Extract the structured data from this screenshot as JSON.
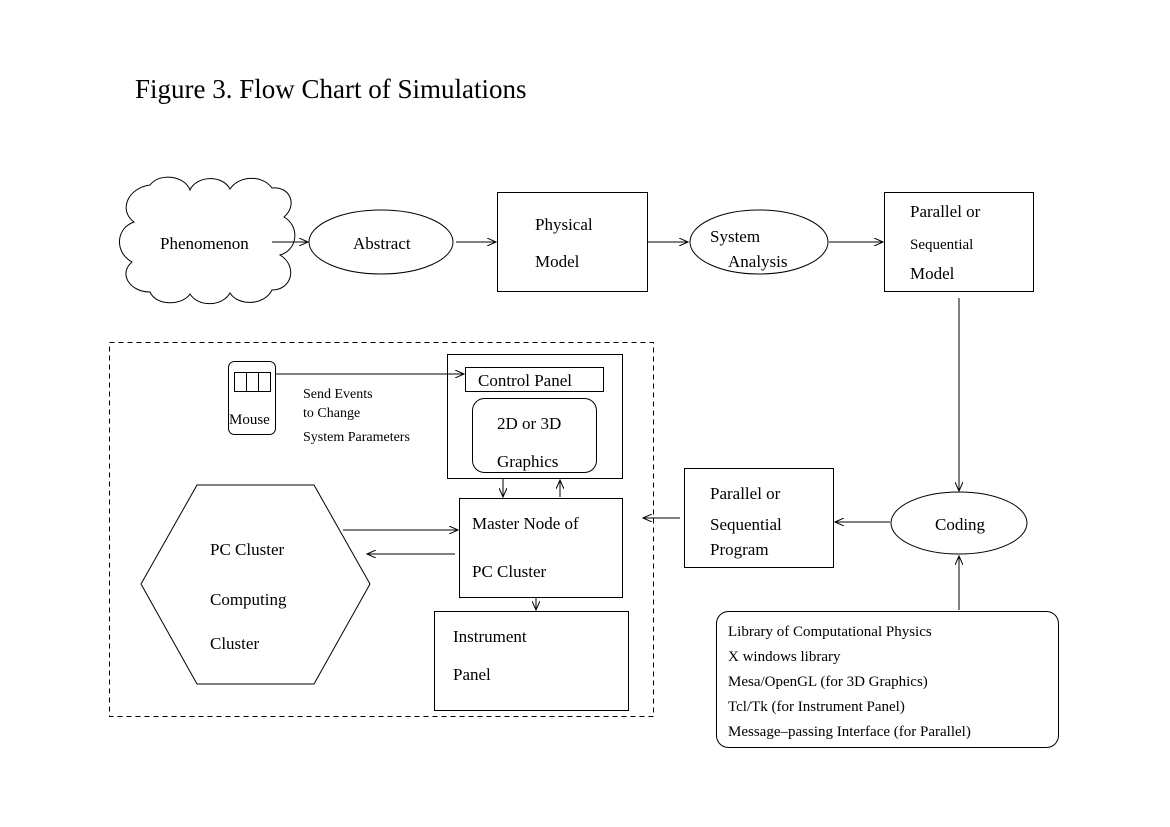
{
  "title": "Figure 3. Flow Chart of Simulations",
  "nodes": {
    "phenomenon": "Phenomenon",
    "abstract": "Abstract",
    "physical_model": [
      "Physical",
      "Model"
    ],
    "system_analysis": [
      "System",
      "Analysis"
    ],
    "parallel_model": [
      "Parallel or",
      "Sequential",
      "Model"
    ],
    "coding": "Coding",
    "parallel_program": [
      "Parallel or",
      "Sequential",
      "Program"
    ],
    "master_node": [
      "Master Node of",
      "PC Cluster"
    ],
    "pc_cluster": [
      "PC Cluster",
      "Computing",
      "Cluster"
    ],
    "instrument_panel": [
      "Instrument",
      "Panel"
    ],
    "control_panel": "Control Panel",
    "graphics": [
      "2D or 3D",
      "Graphics"
    ],
    "mouse": "Mouse",
    "mouse_note": [
      "Send Events",
      "to Change",
      "System Parameters"
    ]
  },
  "libraries": [
    "Library of Computational Physics",
    "X windows library",
    "Mesa/OpenGL (for 3D Graphics)",
    "Tcl/Tk (for Instrument Panel)",
    "Message–passing Interface (for Parallel)"
  ]
}
